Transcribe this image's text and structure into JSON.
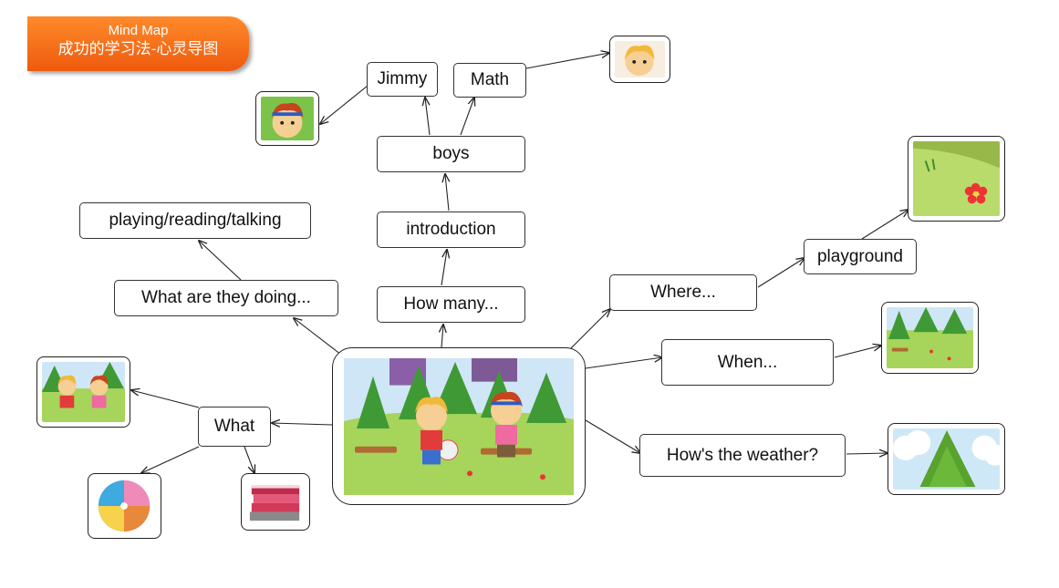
{
  "header": {
    "title_en": "Mind Map",
    "title_cn": "成功的学习法-心灵导图",
    "accent": "#f26b1d"
  },
  "nodes": {
    "jimmy": "Jimmy",
    "math": "Math",
    "boys": "boys",
    "introduction": "introduction",
    "how_many": "How many...",
    "what_doing": "What are they doing...",
    "activities": "playing/reading/talking",
    "where": "Where...",
    "playground": "playground",
    "when": "When...",
    "weather": "How's the weather?",
    "what": "What"
  },
  "images": {
    "center": "park-scene-two-boys",
    "jimmy_face": "boy-red-hair-headband",
    "math_face": "boy-blond-hair",
    "playground": "grass-with-red-flower",
    "when": "trees-on-grass",
    "weather": "tree-with-clouds",
    "what_scene": "two-boys-playing",
    "ball": "beach-ball",
    "books": "stack-of-books"
  }
}
